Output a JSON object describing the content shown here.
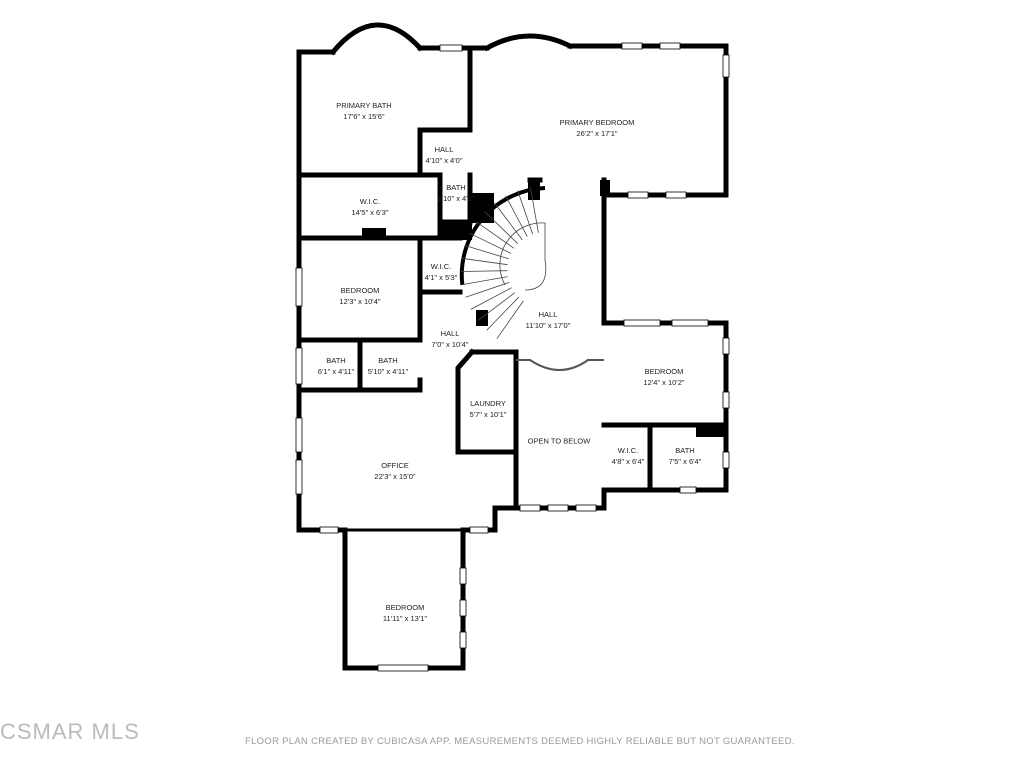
{
  "rooms": [
    {
      "name": "PRIMARY BATH",
      "size": "17'6\" x 15'6\""
    },
    {
      "name": "PRIMARY BEDROOM",
      "size": "26'2\" x 17'1\""
    },
    {
      "name": "HALL",
      "size": "4'10\" x 4'0\""
    },
    {
      "name": "BATH",
      "size": "2'10\" x 4'1\""
    },
    {
      "name": "W.I.C.",
      "size": "14'5\" x 6'3\""
    },
    {
      "name": "W.I.C.",
      "size": "4'1\" x 5'3\""
    },
    {
      "name": "BEDROOM",
      "size": "12'3\" x 10'4\""
    },
    {
      "name": "HALL",
      "size": "11'10\" x 17'0\""
    },
    {
      "name": "HALL",
      "size": "7'0\" x 10'4\""
    },
    {
      "name": "BATH",
      "size": "6'1\" x 4'11\""
    },
    {
      "name": "BATH",
      "size": "5'10\" x 4'11\""
    },
    {
      "name": "BEDROOM",
      "size": "12'4\" x 10'2\""
    },
    {
      "name": "LAUNDRY",
      "size": "5'7\" x 10'1\""
    },
    {
      "name": "OPEN TO BELOW",
      "size": ""
    },
    {
      "name": "W.I.C.",
      "size": "4'8\" x 6'4\""
    },
    {
      "name": "BATH",
      "size": "7'5\" x 6'4\""
    },
    {
      "name": "OFFICE",
      "size": "22'3\" x 15'0\""
    },
    {
      "name": "BEDROOM",
      "size": "11'11\" x 13'1\""
    }
  ],
  "footer": "FLOOR PLAN CREATED BY CUBICASA APP. MEASUREMENTS DEEMED HIGHLY RELIABLE BUT NOT GUARANTEED.",
  "watermark": "CSMAR MLS",
  "colors": {
    "wall": "#000000",
    "window": "#ffffff"
  }
}
